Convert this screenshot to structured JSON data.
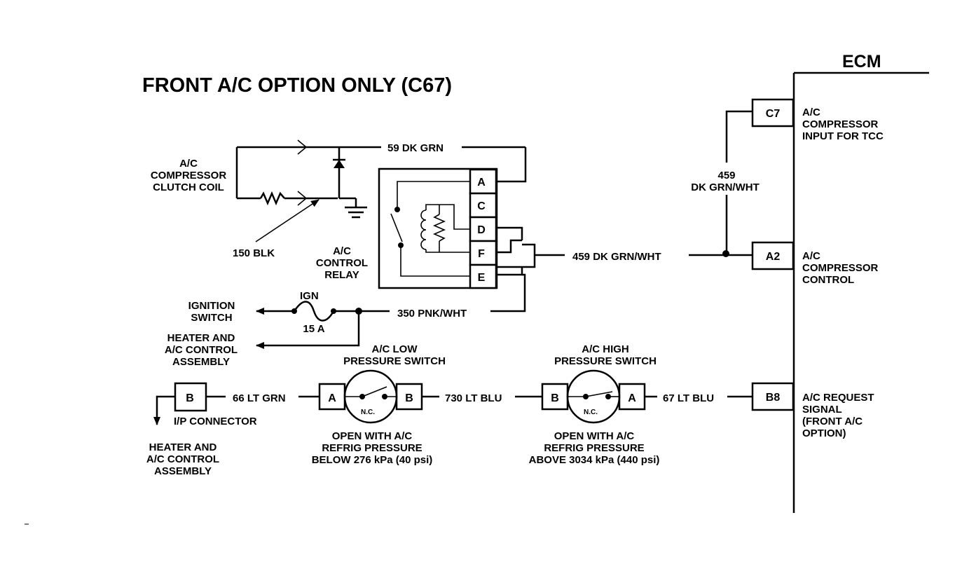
{
  "title": "FRONT A/C OPTION ONLY (C67)",
  "ecm": {
    "label": "ECM",
    "pins": {
      "c7": "C7",
      "a2": "A2",
      "b8": "B8"
    },
    "pin_descriptions": {
      "c7": [
        "A/C",
        "COMPRESSOR",
        "INPUT FOR TCC"
      ],
      "a2": [
        "A/C",
        "COMPRESSOR",
        "CONTROL"
      ],
      "b8": [
        "A/C REQUEST",
        "SIGNAL",
        "(FRONT A/C",
        "OPTION)"
      ]
    }
  },
  "wires": {
    "w59": "59 DK GRN",
    "w150": "150 BLK",
    "w459": "459 DK GRN/WHT",
    "w459_vertical": [
      "459",
      "DK GRN/WHT"
    ],
    "w350": "350 PNK/WHT",
    "w66": "66 LT GRN",
    "w730": "730 LT BLU",
    "w67": "67 LT BLU"
  },
  "components": {
    "clutch_coil": [
      "A/C",
      "COMPRESSOR",
      "CLUTCH COIL"
    ],
    "relay": {
      "label": [
        "A/C",
        "CONTROL",
        "RELAY"
      ],
      "pins": [
        "A",
        "C",
        "D",
        "F",
        "E"
      ]
    },
    "fuse": {
      "name": "IGN",
      "rating": "15 A"
    },
    "ignition_switch": [
      "IGNITION",
      "SWITCH"
    ],
    "heater_top": [
      "HEATER AND",
      "A/C CONTROL",
      "ASSEMBLY"
    ],
    "heater_bottom": [
      "HEATER AND",
      "A/C CONTROL",
      "ASSEMBLY"
    ],
    "ip_connector": {
      "pin": "B",
      "label": "I/P CONNECTOR"
    },
    "low_switch": {
      "title": [
        "A/C LOW",
        "PRESSURE SWITCH"
      ],
      "pin_left": "A",
      "pin_right": "B",
      "nc": "N.C.",
      "note": [
        "OPEN WITH A/C",
        "REFRIG PRESSURE",
        "BELOW 276 kPa (40 psi)"
      ]
    },
    "high_switch": {
      "title": [
        "A/C HIGH",
        "PRESSURE SWITCH"
      ],
      "pin_left": "B",
      "pin_right": "A",
      "nc": "N.C.",
      "note": [
        "OPEN WITH A/C",
        "REFRIG PRESSURE",
        "ABOVE 3034 kPa (440 psi)"
      ]
    }
  }
}
